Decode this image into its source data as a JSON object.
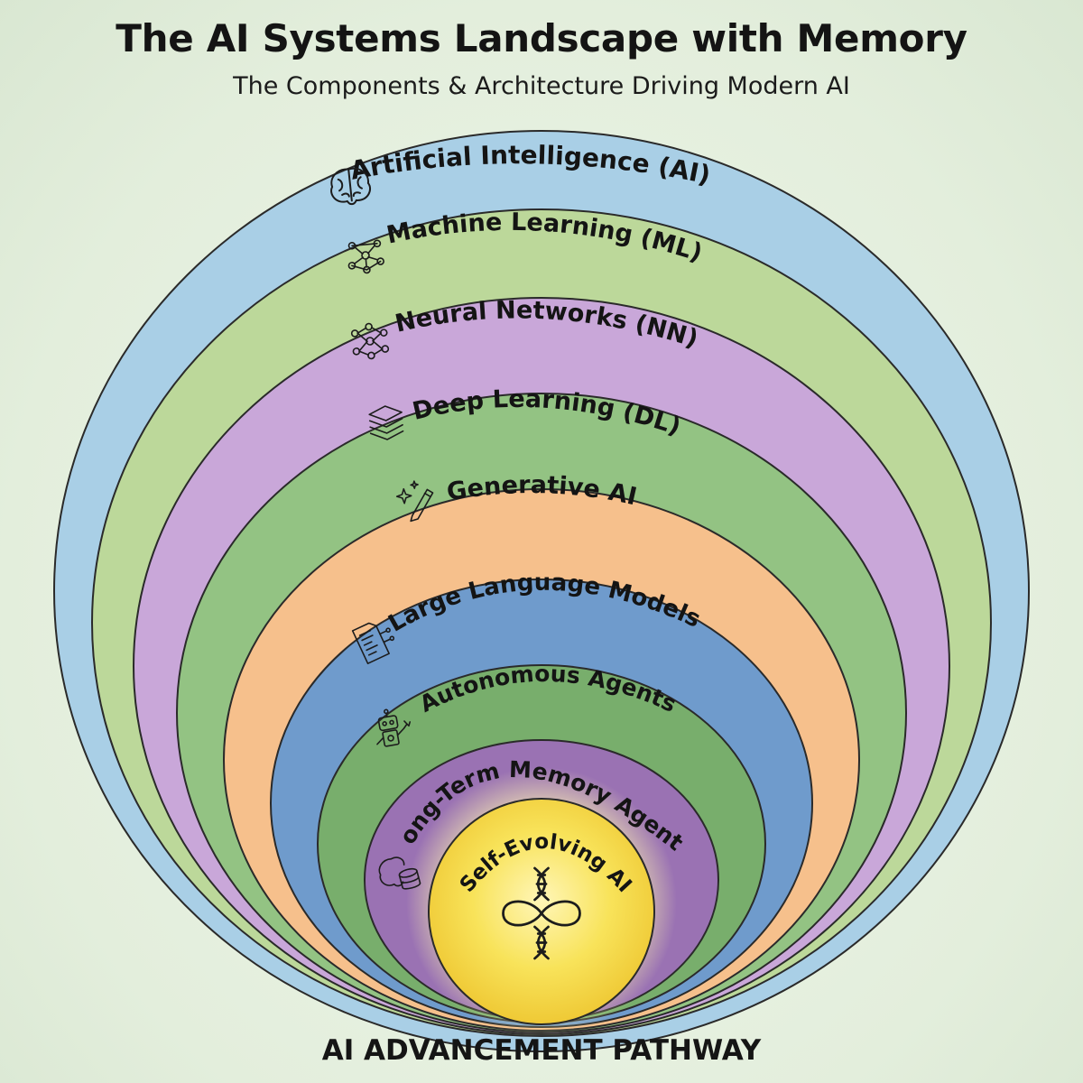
{
  "header": {
    "title": "The AI Systems Landscape with Memory",
    "subtitle": "The Components & Architecture Driving Modern AI"
  },
  "layers": [
    {
      "label": "Artificial Intelligence (AI)",
      "icon": "brain-icon",
      "color": "#a9cfe6"
    },
    {
      "label": "Machine Learning (ML)",
      "icon": "network-graph-icon",
      "color": "#bcd89a"
    },
    {
      "label": "Neural Networks (NN)",
      "icon": "neural-network-icon",
      "color": "#c9a7d9"
    },
    {
      "label": "Deep Learning (DL)",
      "icon": "stacked-layers-icon",
      "color": "#93c383"
    },
    {
      "label": "Generative AI",
      "icon": "sparkle-pencil-icon",
      "color": "#f6c08c"
    },
    {
      "label": "Large Language Models",
      "icon": "document-circuit-icon",
      "color": "#6f9bcc"
    },
    {
      "label": "Autonomous Agents",
      "icon": "robot-wrench-icon",
      "color": "#78ae6c"
    },
    {
      "label": "Long-Term Memory Agents",
      "icon": "brain-database-icon",
      "color": "#9a72b3"
    }
  ],
  "core": {
    "label": "Self-Evolving AI",
    "icon": "infinity-dna-icon",
    "color": "#f6df4a",
    "glow_color": "#fff4a8"
  },
  "footer": {
    "label": "AI ADVANCEMENT PATHWAY"
  },
  "outline_color": "#2a2a2a"
}
